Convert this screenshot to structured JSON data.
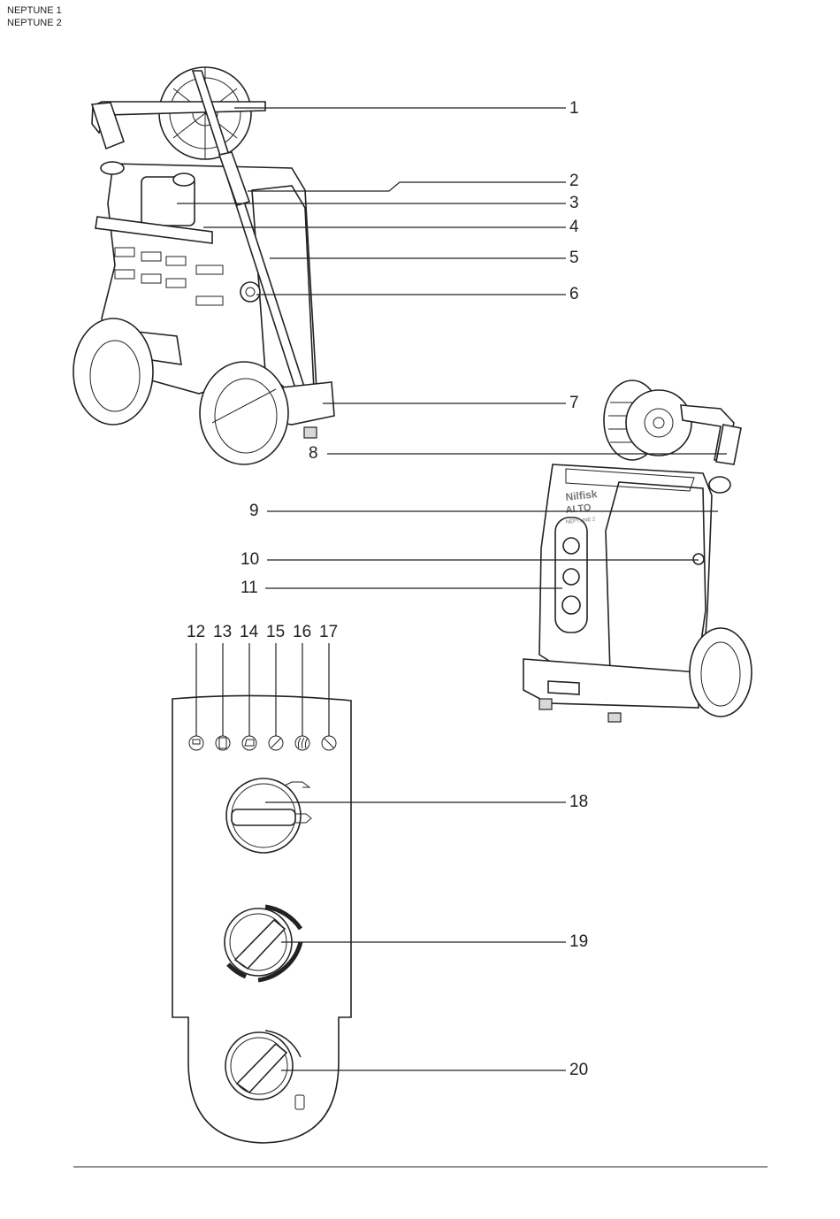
{
  "header": {
    "model_line_1": "NEPTUNE 1",
    "model_line_2": "NEPTUNE 2"
  },
  "machine_branding": {
    "brand": "Nilfisk",
    "sub_brand": "ALTO",
    "model": "NEPTUNE 2"
  },
  "callouts": [
    {
      "id": "1",
      "label": "1"
    },
    {
      "id": "2",
      "label": "2"
    },
    {
      "id": "3",
      "label": "3"
    },
    {
      "id": "4",
      "label": "4"
    },
    {
      "id": "5",
      "label": "5"
    },
    {
      "id": "6",
      "label": "6"
    },
    {
      "id": "7",
      "label": "7"
    },
    {
      "id": "8",
      "label": "8"
    },
    {
      "id": "9",
      "label": "9"
    },
    {
      "id": "10",
      "label": "10"
    },
    {
      "id": "11",
      "label": "11"
    },
    {
      "id": "12",
      "label": "12"
    },
    {
      "id": "13",
      "label": "13"
    },
    {
      "id": "14",
      "label": "14"
    },
    {
      "id": "15",
      "label": "15"
    },
    {
      "id": "16",
      "label": "16"
    },
    {
      "id": "17",
      "label": "17"
    },
    {
      "id": "18",
      "label": "18"
    },
    {
      "id": "19",
      "label": "19"
    },
    {
      "id": "20",
      "label": "20"
    }
  ],
  "panel_icons": [
    "power-icon",
    "detergent-icon",
    "pump-icon",
    "service-wrench-icon",
    "heater-icon",
    "no-fuel-icon"
  ]
}
